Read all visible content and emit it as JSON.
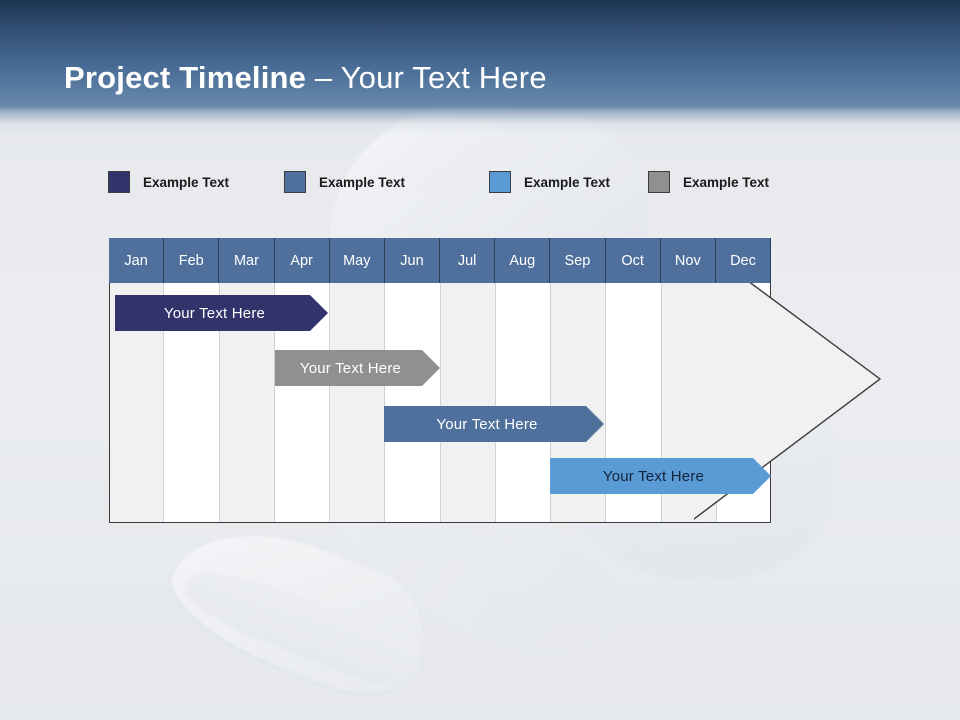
{
  "slide": {
    "title_strong": "Project Timeline",
    "title_light": " – Your Text Here",
    "background_image": "running-shoe-leg-photo"
  },
  "legend": {
    "items": [
      {
        "label": "Example Text",
        "color": "#32336a",
        "swatch": "legend-swatch-navy"
      },
      {
        "label": "Example Text",
        "color": "#4f6f9c",
        "swatch": "legend-swatch-steel-blue"
      },
      {
        "label": "Example Text",
        "color": "#5b9bd5",
        "swatch": "legend-swatch-light-blue"
      },
      {
        "label": "Example Text",
        "color": "#909090",
        "swatch": "legend-swatch-gray"
      }
    ]
  },
  "chart_data": {
    "type": "bar",
    "title": "Project Timeline",
    "categories": [
      "Jan",
      "Feb",
      "Mar",
      "Apr",
      "May",
      "Jun",
      "Jul",
      "Aug",
      "Sep",
      "Oct",
      "Nov",
      "Dec"
    ],
    "xlabel": "",
    "ylabel": "",
    "grid": true,
    "legend_position": "top",
    "series": [
      {
        "name": "Example Text",
        "label": "Your  Text Here",
        "color": "#32336a",
        "text_color": "#ffffff",
        "start_month": "Jan",
        "end_month": "Apr",
        "start_index": 0,
        "span": 3.9
      },
      {
        "name": "Example Text",
        "label": "Your  Text Here",
        "color": "#909090",
        "text_color": "#ffffff",
        "start_month": "Apr",
        "end_month": "Jun",
        "start_index": 3,
        "span": 3.0
      },
      {
        "name": "Example Text",
        "label": "Your  Text Here",
        "color": "#4f6f9c",
        "text_color": "#ffffff",
        "start_month": "Jun",
        "end_month": "Sep",
        "start_index": 5,
        "span": 4.0
      },
      {
        "name": "Example Text",
        "label": "Your  Text Here",
        "color": "#5b9bd5",
        "text_color": "#14243c",
        "start_month": "Sep",
        "end_month": "Dec",
        "start_index": 8,
        "span": 4.0
      }
    ]
  },
  "colors": {
    "title_band_top": "#1e3553",
    "title_band_bottom": "#6a88ab",
    "header_cell": "#4f6f9c",
    "column_shade": "#f1f1f1",
    "column_plain": "#ffffff",
    "arrow_fill": "#f1f1f1",
    "arrow_stroke": "#3a3a3a",
    "page_background": "#e8eaee"
  }
}
